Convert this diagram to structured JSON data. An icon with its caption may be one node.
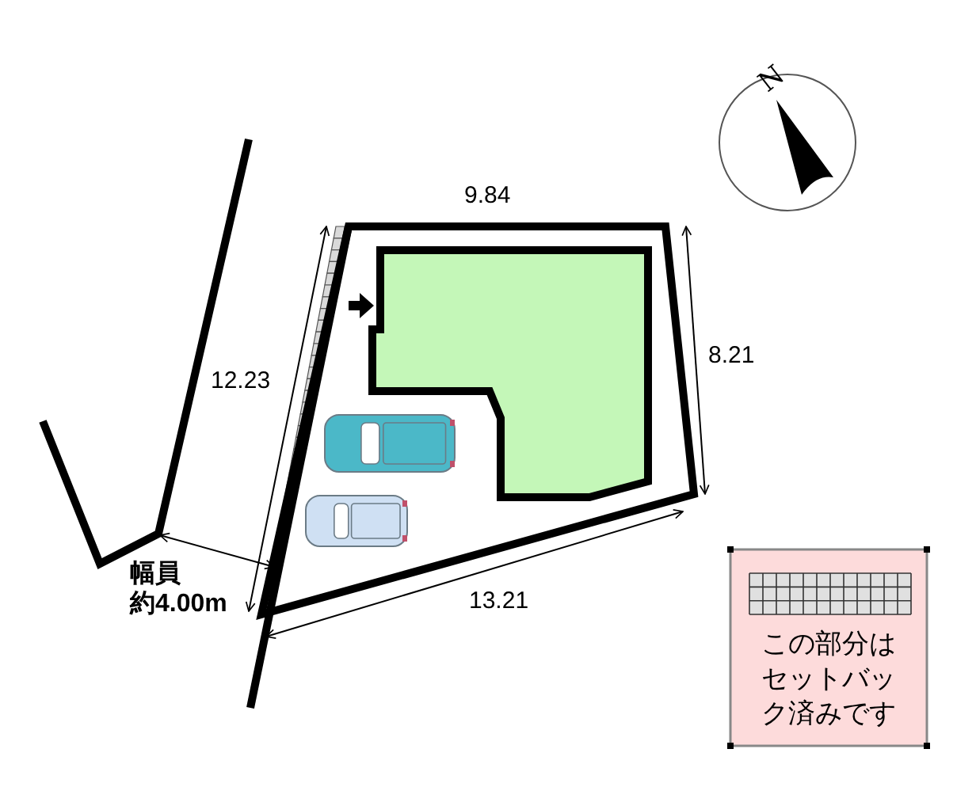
{
  "diagram": {
    "labels": [
      "N",
      "9.84",
      "12.23",
      "8.21",
      "幅員",
      "約4.00m",
      "13.21"
    ],
    "legend": [
      {
        "text": "この部分はセットバック済みです"
      }
    ]
  }
}
